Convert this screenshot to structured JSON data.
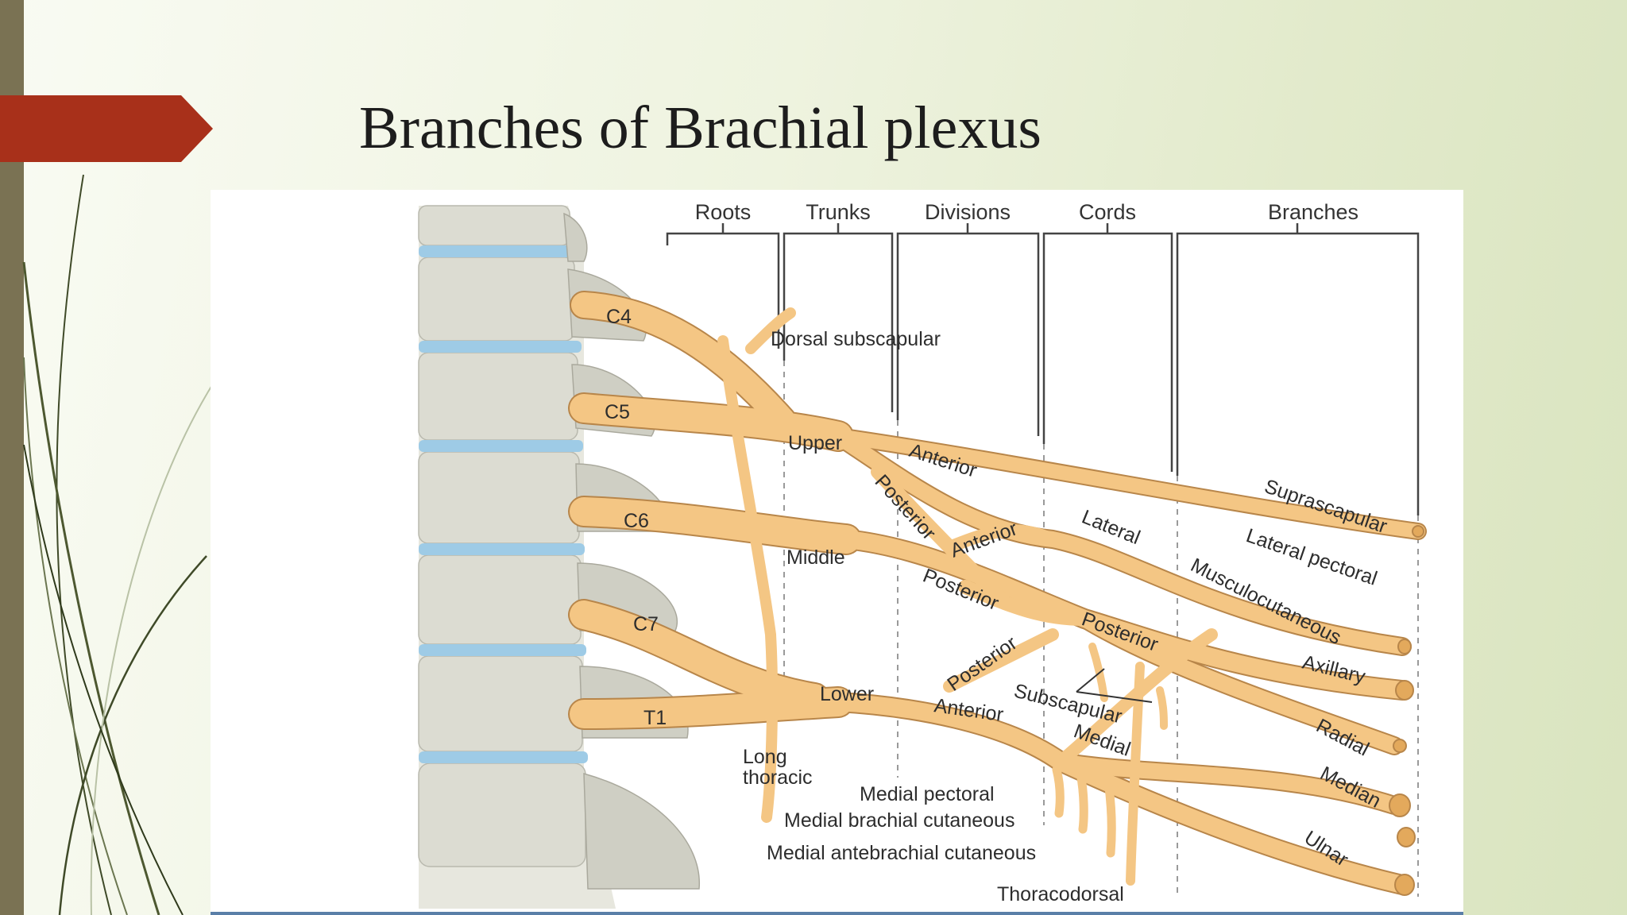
{
  "slide": {
    "title": "Branches of Brachial plexus",
    "accent_color": "#a8301a",
    "side_bar_color": "#7a7253"
  },
  "diagram": {
    "section_headers": [
      "Roots",
      "Trunks",
      "Divisions",
      "Cords",
      "Branches"
    ],
    "roots": [
      "C4",
      "C5",
      "C6",
      "C7",
      "T1"
    ],
    "trunks": [
      "Upper",
      "Middle",
      "Lower"
    ],
    "divisions": {
      "upper_anterior": "Anterior",
      "upper_posterior": "Posterior",
      "middle_anterior": "Anterior",
      "middle_posterior": "Posterior",
      "lower_posterior": "Posterior",
      "lower_anterior": "Anterior"
    },
    "cords": [
      "Lateral",
      "Posterior",
      "Medial"
    ],
    "terminal_branches": [
      "Suprascapular",
      "Lateral pectoral",
      "Musculocutaneous",
      "Axillary",
      "Radial",
      "Median",
      "Ulnar"
    ],
    "other_branches": {
      "dorsal_subscapular": "Dorsal subscapular",
      "long_thoracic_1": "Long",
      "long_thoracic_2": "thoracic",
      "subscapular": "Subscapular",
      "medial_pectoral": "Medial pectoral",
      "medial_brachial_cutaneous": "Medial brachial cutaneous",
      "medial_antebrachial_cutaneous": "Medial antebrachial cutaneous",
      "thoracodorsal": "Thoracodorsal"
    },
    "colors": {
      "nerve": "#f4c684",
      "bone": "#d9d9cf",
      "disc": "#9ecbe6"
    }
  }
}
